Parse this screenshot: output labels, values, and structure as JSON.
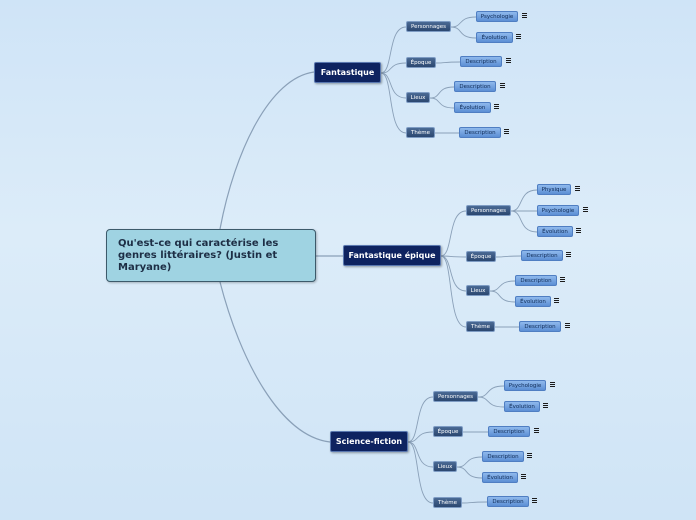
{
  "central": {
    "title": "Qu'est-ce qui caractérise les genres littéraires? (Justin et Maryane)"
  },
  "branches": [
    {
      "label": "Fantastique",
      "topics": [
        {
          "label": "Personnages",
          "items": [
            "Psychologie",
            "Évolution"
          ]
        },
        {
          "label": "Époque",
          "items": [
            "Description"
          ]
        },
        {
          "label": "Lieux",
          "items": [
            "Description",
            "Évolution"
          ]
        },
        {
          "label": "Thème",
          "items": [
            "Description"
          ]
        }
      ]
    },
    {
      "label": "Fantastique épique",
      "topics": [
        {
          "label": "Personnages",
          "items": [
            "Physique",
            "Psychologie",
            "Évolution"
          ]
        },
        {
          "label": "Époque",
          "items": [
            "Description"
          ]
        },
        {
          "label": "Lieux",
          "items": [
            "Description",
            "Évolution"
          ]
        },
        {
          "label": "Thème",
          "items": [
            "Description"
          ]
        }
      ]
    },
    {
      "label": "Science-fiction",
      "topics": [
        {
          "label": "Personnages",
          "items": [
            "Psychologie",
            "Évolution"
          ]
        },
        {
          "label": "Époque",
          "items": [
            "Description"
          ]
        },
        {
          "label": "Lieux",
          "items": [
            "Description",
            "Évolution"
          ]
        },
        {
          "label": "Thème",
          "items": [
            "Description"
          ]
        }
      ]
    }
  ],
  "colors": {
    "central_fill": "#9fd3e2",
    "main_fill": "#0e2360",
    "topic_fill": "#2f4b74",
    "item_fill": "#6f9fe0",
    "connector": "#8aa0b8",
    "background": "#d4e7f8"
  },
  "icons": {
    "item_note": "notes-icon"
  }
}
